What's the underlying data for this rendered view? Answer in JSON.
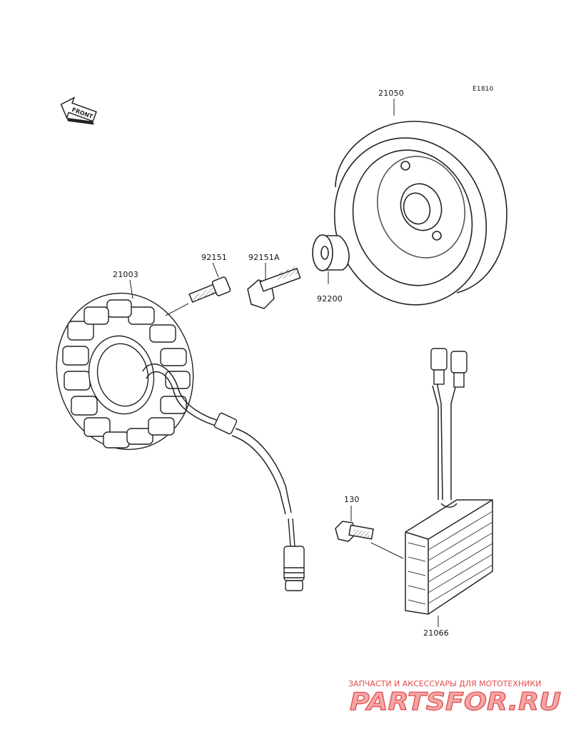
{
  "diagram_id": "E1810",
  "front_label": "FRONT",
  "parts": {
    "flywheel": "21050",
    "stator": "21003",
    "bolt_stator": "92151",
    "bolt_flange": "92151A",
    "washer": "92200",
    "bolt_regulator": "130",
    "regulator": "21066"
  },
  "watermark": {
    "caption": "ЗАПЧАСТИ И АКСЕССУАРЫ ДЛЯ МОТОТЕХНИКИ",
    "logo_text": "PARTSFOR.RU",
    "color": "#e04b4b"
  }
}
